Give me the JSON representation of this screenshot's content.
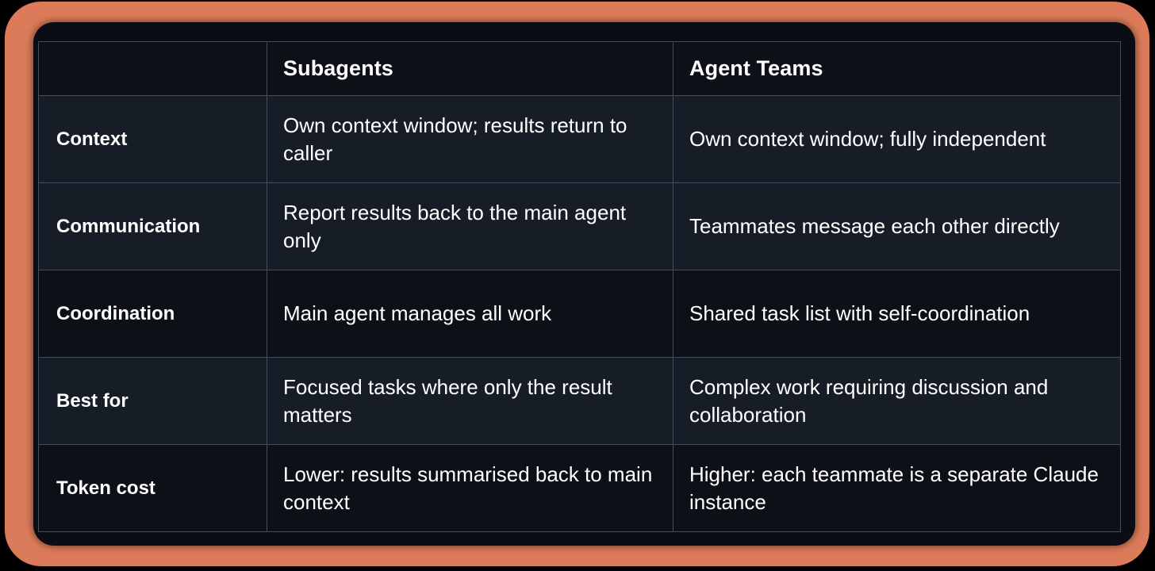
{
  "theme": {
    "frame_color": "#DB7B59",
    "panel_background": "#0A0D13",
    "row_dark": "#0D1117",
    "row_light": "#171D27",
    "grid_line": "#454C5A",
    "text_color": "#FFFFFF"
  },
  "table": {
    "headers": {
      "label_column": "",
      "subagents": "Subagents",
      "agent_teams": "Agent Teams"
    },
    "rows": [
      {
        "label": "Context",
        "subagents": "Own context window; results return to caller",
        "agent_teams": "Own context window; fully independent"
      },
      {
        "label": "Communication",
        "subagents": "Report results back to the main agent only",
        "agent_teams": "Teammates message each other directly"
      },
      {
        "label": "Coordination",
        "subagents": "Main agent manages all work",
        "agent_teams": "Shared task list with self-coordination"
      },
      {
        "label": "Best for",
        "subagents": "Focused tasks where only the result matters",
        "agent_teams": "Complex work requiring discussion and collaboration"
      },
      {
        "label": "Token cost",
        "subagents": "Lower: results summarised back to main context",
        "agent_teams": "Higher: each teammate is a separate Claude instance"
      }
    ]
  }
}
